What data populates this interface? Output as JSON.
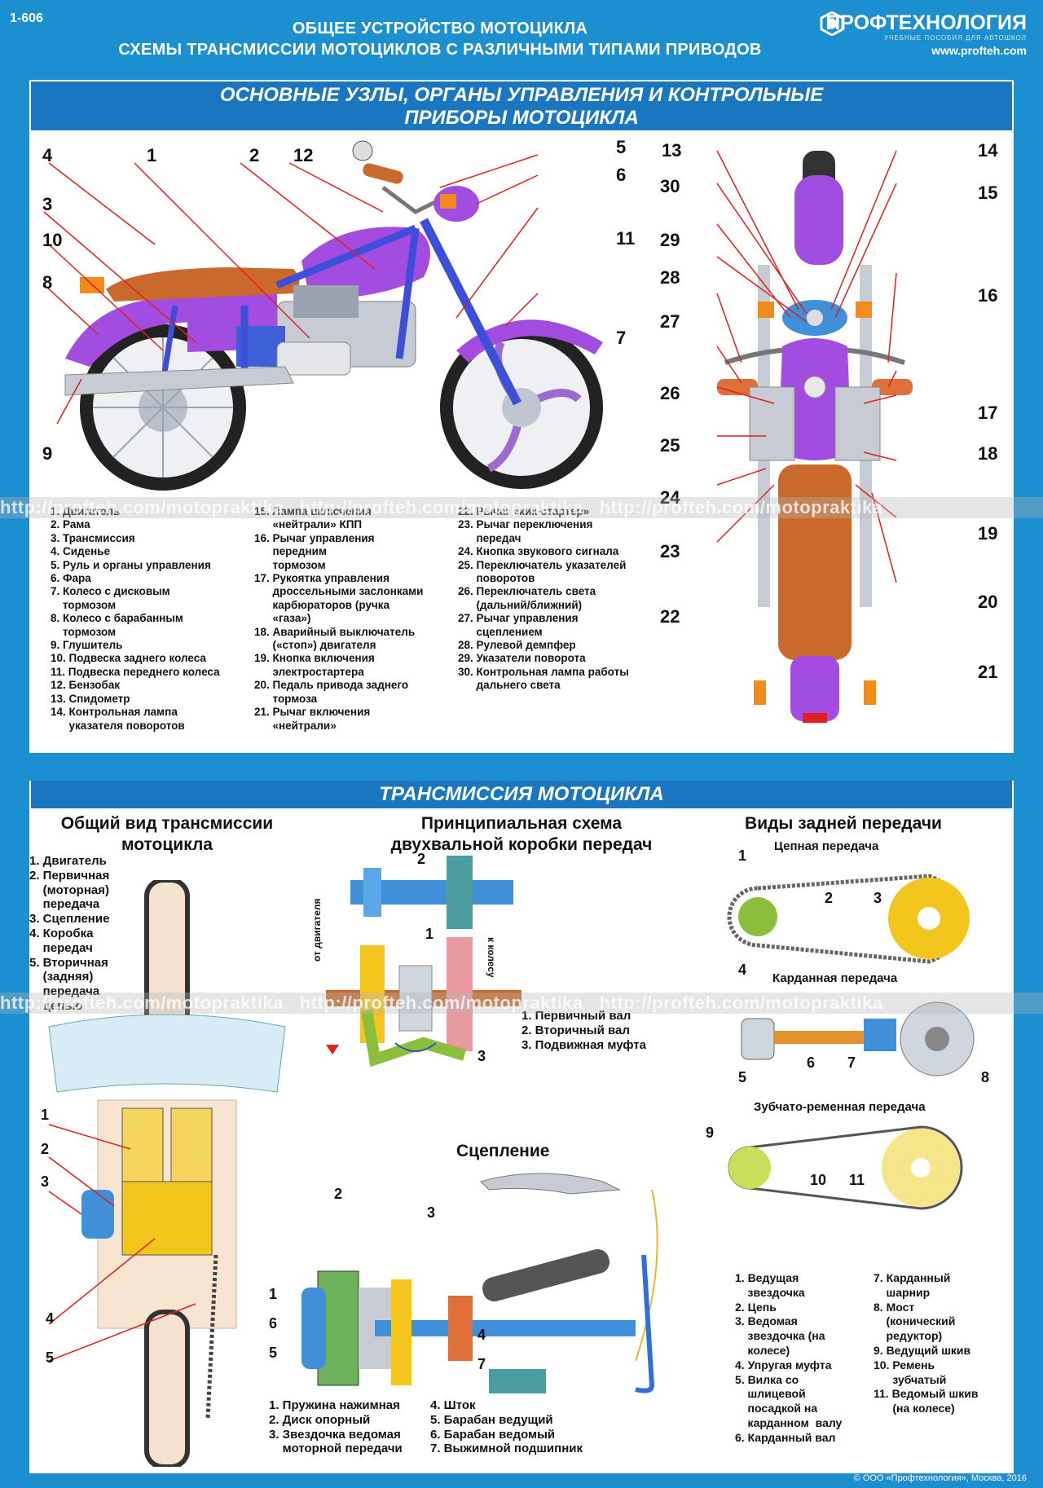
{
  "header": {
    "code": "1-606",
    "title_line1": "ОБЩЕЕ УСТРОЙСТВО МОТОЦИКЛА",
    "title_line2": "СХЕМЫ ТРАНСМИССИИ МОТОЦИКЛОВ С РАЗЛИЧНЫМИ ТИПАМИ ПРИВОДОВ",
    "brand": "ПРОФТЕХНОЛОГИЯ",
    "brand_sub": "УЧЕБНЫЕ ПОСОБИЯ ДЛЯ АВТОШКОЛ",
    "url": "www.profteh.com"
  },
  "section1": {
    "banner_line1": "ОСНОВНЫЕ УЗЛЫ, ОРГАНЫ УПРАВЛЕНИЯ И КОНТРОЛЬНЫЕ",
    "banner_line2": "ПРИБОРЫ МОТОЦИКЛА",
    "legend_col1": [
      "1. Двигатель",
      "2. Рама",
      "3. Трансмиссия",
      "4. Сиденье",
      "5. Руль и органы управления",
      "6. Фара",
      "7. Колесо с дисковым",
      "    тормозом",
      "8. Колесо с барабанным",
      "    тормозом",
      "9. Глушитель",
      "10. Подвеска заднего колеса",
      "11. Подвеска переднего колеса",
      "12. Бензобак",
      "13. Спидометр",
      "14. Контрольная лампа",
      "      указателя поворотов"
    ],
    "legend_col2": [
      "15. Лампа включения",
      "      «нейтрали» КПП",
      "16. Рычаг управления",
      "      передним",
      "      тормозом",
      "17. Рукоятка управления",
      "      дроссельными заслонками",
      "      карбюраторов (ручка",
      "      «газа»)",
      "18. Аварийный выключатель",
      "      («стоп») двигателя",
      "19. Кнопка включения",
      "      электростартера",
      "20. Педаль привода заднего",
      "      тормоза",
      "21. Рычаг включения",
      "      «нейтрали»"
    ],
    "legend_col3": [
      "22. Рычаг «кик-стартер»",
      "23. Рычаг переключения",
      "      передач",
      "24. Кнопка звукового сигнала",
      "25. Переключатель указателей",
      "      поворотов",
      "26. Переключатель света",
      "      (дальний/ближний)",
      "27. Рычаг управления",
      "      сцеплением",
      "28. Рулевой демпфер",
      "29. Указатели поворота",
      "30. Контрольная лампа работы",
      "      дальнего света"
    ],
    "side_labels": [
      "1",
      "2",
      "3",
      "4",
      "5",
      "6",
      "7",
      "8",
      "9",
      "10",
      "11",
      "12"
    ],
    "top_labels": [
      "13",
      "14",
      "15",
      "16",
      "17",
      "18",
      "19",
      "20",
      "21",
      "22",
      "23",
      "24",
      "25",
      "26",
      "27",
      "28",
      "29",
      "30"
    ]
  },
  "section2": {
    "banner": "ТРАНСМИССИЯ МОТОЦИКЛА",
    "general_title_1": "Общий вид трансмиссии",
    "general_title_2": "мотоцикла",
    "general_legend": [
      "1. Двигатель",
      "2. Первичная",
      "    (моторная)",
      "    передача",
      "3. Сцепление",
      "4. Коробка",
      "    передач",
      "5. Вторичная",
      "    (задняя)",
      "    передача",
      "    цепью"
    ],
    "gearbox_title_1": "Принципиальная схема",
    "gearbox_title_2": "двухвальной коробки передач",
    "gearbox_from_engine": "от двигателя",
    "gearbox_to_wheel": "к колесу",
    "gearbox_legend": [
      "1. Первичный вал",
      "2. Вторичный вал",
      "3. Подвижная муфта"
    ],
    "rear_title": "Виды задней передачи",
    "chain_title": "Цепная передача",
    "cardan_title": "Карданная передача",
    "belt_title": "Зубчато-ременная передача",
    "rear_legend_col1": [
      "1. Ведущая",
      "    звездочка",
      "2. Цепь",
      "3. Ведомая",
      "    звездочка (на",
      "    колесе)",
      "4. Упругая муфта",
      "5. Вилка со",
      "    шлицевой",
      "    посадкой на",
      "    карданном  валу",
      "6. Карданный вал"
    ],
    "rear_legend_col2": [
      "7. Карданный",
      "    шарнир",
      "8. Мост",
      "    (конический",
      "    редуктор)",
      "9. Ведущий шкив",
      "10. Ремень",
      "      зубчатый",
      "11. Ведомый шкив",
      "      (на колесе)"
    ],
    "clutch_title": "Сцепление",
    "clutch_legend_col1": [
      "1. Пружина нажимная",
      "2. Диск опорный",
      "3. Звездочка ведомая",
      "    моторной передачи"
    ],
    "clutch_legend_col2": [
      "4. Шток",
      "5. Барабан ведущий",
      "6. Барабан ведомый",
      "7. Выжимной подшипник"
    ]
  },
  "watermark": "http://profteh.com/motopraktika",
  "footer": "© ООО «Профтехнология», Москва, 2016",
  "colors": {
    "background": "#1b8fcf",
    "banner": "#1b76c0",
    "tank": "#a24de0",
    "seat": "#c96a2c",
    "gear_yellow": "#f3c61d",
    "gear_blue": "#3f90d8",
    "label_line": "#e02020"
  }
}
